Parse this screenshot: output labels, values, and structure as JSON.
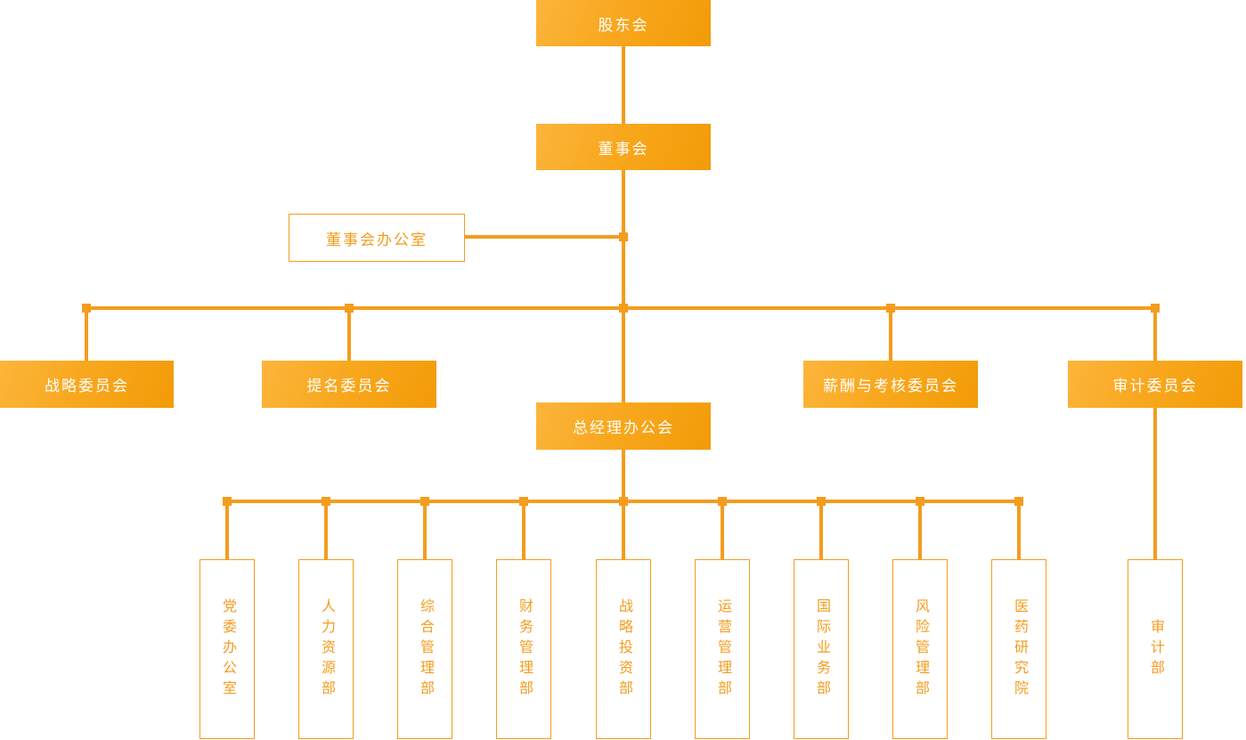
{
  "colors": {
    "accent": "#F49C1E",
    "grad_start": "#FCB53B",
    "grad_mid": "#F8A71D",
    "grad_end": "#F29B07",
    "filled_text": "#FFFFFF",
    "background": "#FFFFFF"
  },
  "nodes": {
    "shareholders": "股东会",
    "board": "董事会",
    "board_office": "董事会办公室",
    "strategy_committee": "战略委员会",
    "nomination_committee": "提名委员会",
    "remuneration_committee": "薪酬与考核委员会",
    "audit_committee": "审计委员会",
    "gm_office": "总经理办公会",
    "audit_department": "审计部"
  },
  "departments": [
    {
      "label": "党委办公室"
    },
    {
      "label": "人力资源部"
    },
    {
      "label": "综合管理部"
    },
    {
      "label": "财务管理部"
    },
    {
      "label": "战略投资部"
    },
    {
      "label": "运营管理部"
    },
    {
      "label": "国际业务部"
    },
    {
      "label": "风险管理部"
    },
    {
      "label": "医药研究院"
    }
  ],
  "structure": {
    "股东会": [
      "董事会"
    ],
    "董事会": [
      "董事会办公室",
      "战略委员会",
      "提名委员会",
      "薪酬与考核委员会",
      "审计委员会",
      "总经理办公会"
    ],
    "审计委员会": [
      "审计部"
    ],
    "总经理办公会": [
      "党委办公室",
      "人力资源部",
      "综合管理部",
      "财务管理部",
      "战略投资部",
      "运营管理部",
      "国际业务部",
      "风险管理部",
      "医药研究院"
    ]
  }
}
